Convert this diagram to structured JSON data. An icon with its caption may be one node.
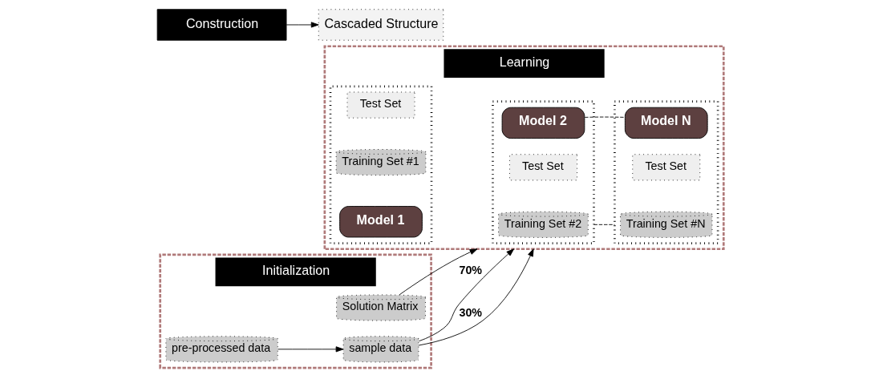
{
  "diagram": {
    "nodes": [
      {
        "text": [
          "Initialization"
        ]
      },
      {
        "text": [
          "Solution Matrix"
        ],
        "in": 0
      },
      {
        "text": [
          "pre-processed data"
        ],
        "in": 0
      },
      {
        "text": [
          "sample data"
        ],
        "in": 0
      },
      {
        "text": [
          "Learning"
        ]
      },
      {
        "text": [],
        "shape": "box",
        "in": 4
      },
      {
        "text": [
          "Model 1"
        ],
        "in": 5
      },
      {
        "text": [
          "Training Set #1"
        ],
        "in": 5
      },
      {
        "text": [
          "Test Set"
        ],
        "in": 5
      },
      {
        "text": [],
        "shape": "box",
        "in": 4
      },
      {
        "text": [
          "Model 2"
        ],
        "in": 9
      },
      {
        "text": [
          "Training Set #2"
        ],
        "in": 9
      },
      {
        "text": [
          "Test Set"
        ],
        "in": 9
      },
      {
        "text": [],
        "shape": "box",
        "in": 4
      },
      {
        "text": [
          "Model N"
        ],
        "in": 13
      },
      {
        "text": [
          "Training Set #N"
        ],
        "in": 13
      },
      {
        "text": [
          "Test Set"
        ],
        "in": 13
      },
      {
        "text": [
          "Cascaded Structure"
        ]
      },
      {
        "text": [
          "Construction"
        ]
      }
    ],
    "edges": [
      {
        "from": 1,
        "to": 4,
        "arrow": "to"
      },
      {
        "from": 2,
        "to": 3,
        "arrow": "to"
      },
      {
        "from": 3,
        "to": 4,
        "arrow": "to",
        "label": "70%"
      },
      {
        "from": 3,
        "to": 4,
        "arrow": "to",
        "label": "30%"
      },
      {
        "from": 10,
        "to": 14,
        "arrow": "none",
        "style": "dashed"
      },
      {
        "from": 9,
        "to": 13,
        "arrow": "none",
        "style": "dashed"
      },
      {
        "from": 18,
        "to": 17,
        "arrow": "to"
      }
    ]
  }
}
